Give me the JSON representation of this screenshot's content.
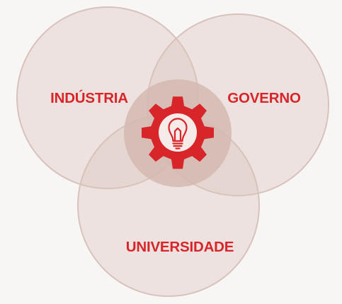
{
  "labels": {
    "industria": "INDÚSTRIA",
    "governo": "GOVERNO",
    "universidade": "UNIVERSIDADE"
  },
  "center_icon": "gear-lightbulb-icon",
  "colors": {
    "background": "#f8f6f5",
    "circle_fill": "#ddc5bf",
    "circle_stroke": "#d8c2bc",
    "hub": "#d4b8b1",
    "accent": "#d8252a"
  }
}
